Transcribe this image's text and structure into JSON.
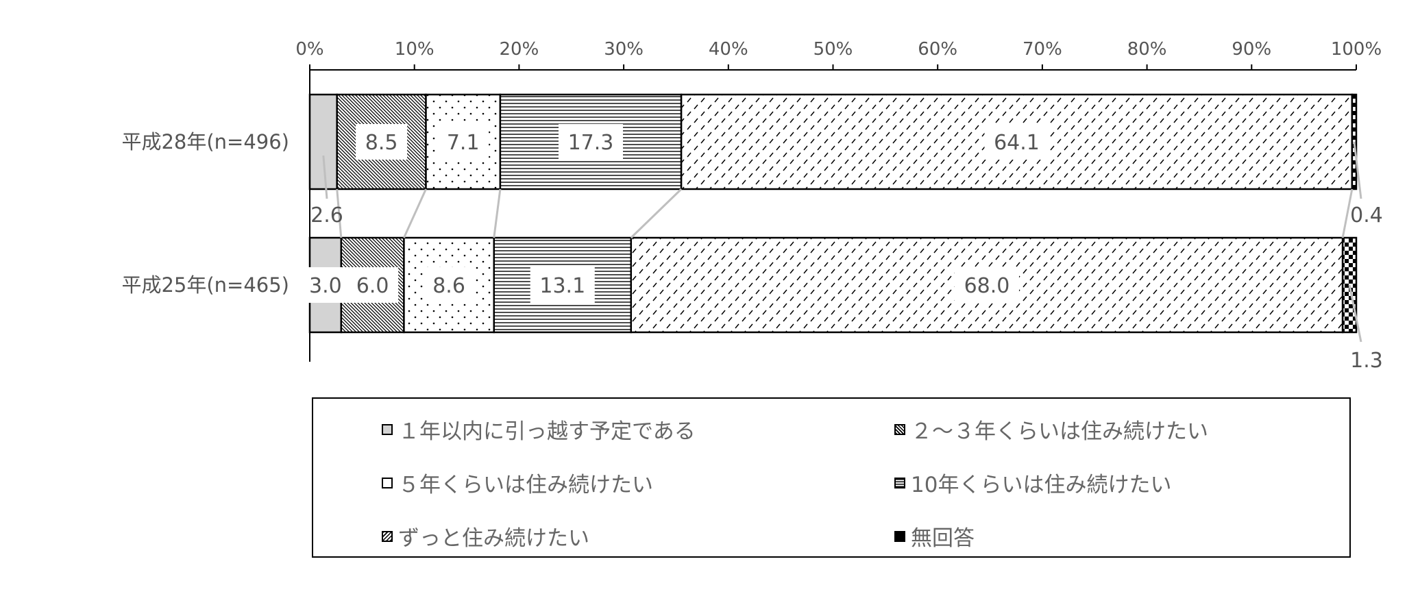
{
  "chart_data": {
    "type": "bar",
    "orientation": "horizontal",
    "stacked": true,
    "percent_stacked": true,
    "xlim": [
      0,
      100
    ],
    "x_ticks": [
      "0%",
      "10%",
      "20%",
      "30%",
      "40%",
      "50%",
      "60%",
      "70%",
      "80%",
      "90%",
      "100%"
    ],
    "categories": [
      "平成28年(n=496)",
      "平成25年(n=465)"
    ],
    "series": [
      {
        "name": "１年以内に引っ越す予定である",
        "values": [
          2.6,
          3.0
        ],
        "labels": [
          "2.6",
          "3.0"
        ],
        "pattern": "solid-gray"
      },
      {
        "name": "２～３年くらいは住み続けたい",
        "values": [
          8.5,
          6.0
        ],
        "labels": [
          "8.5",
          "6.0"
        ],
        "pattern": "diagonal-dense"
      },
      {
        "name": "５年くらいは住み続けたい",
        "values": [
          7.1,
          8.6
        ],
        "labels": [
          "7.1",
          "8.6"
        ],
        "pattern": "dots"
      },
      {
        "name": "10年くらいは住み続けたい",
        "values": [
          17.3,
          13.1
        ],
        "labels": [
          "17.3",
          "13.1"
        ],
        "pattern": "horizontal-lines"
      },
      {
        "name": "ずっと住み続けたい",
        "values": [
          64.1,
          68.0
        ],
        "labels": [
          "64.1",
          "68.0"
        ],
        "pattern": "dashed-diagonal"
      },
      {
        "name": "無回答",
        "values": [
          0.4,
          1.3
        ],
        "labels": [
          "0.4",
          "1.3"
        ],
        "pattern": "checker"
      }
    ],
    "legend": {
      "position": "bottom",
      "columns": 2
    }
  }
}
